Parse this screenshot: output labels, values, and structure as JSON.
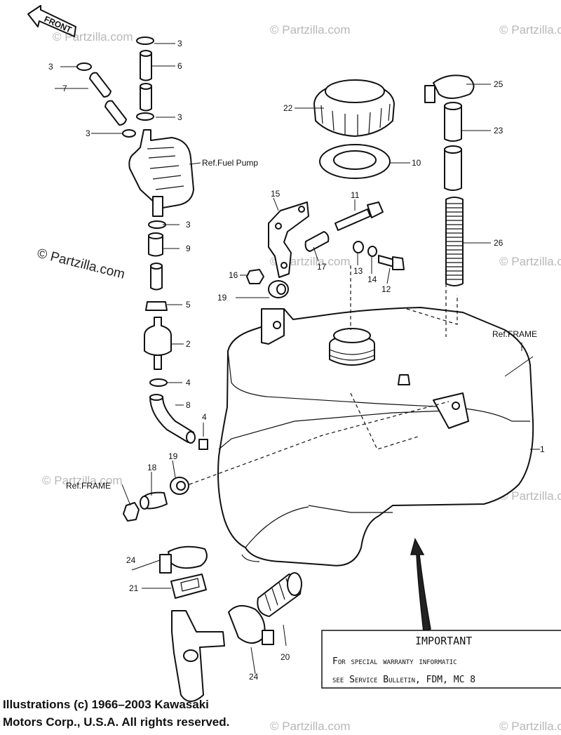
{
  "front_label": "FRONT",
  "watermark": "© Partzilla.com",
  "watermark_large": "© Partzilla.com",
  "refs": {
    "fuel_pump": "Ref.Fuel Pump",
    "frame_top": "Ref.FRAME",
    "frame_left": "Ref.FRAME"
  },
  "callouts": [
    {
      "num": "1"
    },
    {
      "num": "2"
    },
    {
      "num": "3"
    },
    {
      "num": "3"
    },
    {
      "num": "3"
    },
    {
      "num": "3"
    },
    {
      "num": "3"
    },
    {
      "num": "4"
    },
    {
      "num": "4"
    },
    {
      "num": "5"
    },
    {
      "num": "6"
    },
    {
      "num": "7"
    },
    {
      "num": "8"
    },
    {
      "num": "9"
    },
    {
      "num": "10"
    },
    {
      "num": "11"
    },
    {
      "num": "12"
    },
    {
      "num": "13"
    },
    {
      "num": "14"
    },
    {
      "num": "15"
    },
    {
      "num": "16"
    },
    {
      "num": "17"
    },
    {
      "num": "18"
    },
    {
      "num": "19"
    },
    {
      "num": "19"
    },
    {
      "num": "20"
    },
    {
      "num": "21"
    },
    {
      "num": "22"
    },
    {
      "num": "23"
    },
    {
      "num": "24"
    },
    {
      "num": "24"
    },
    {
      "num": "25"
    },
    {
      "num": "26"
    }
  ],
  "notice": {
    "title": "IMPORTANT",
    "line1": "For special warranty informatic",
    "line2": "see Service Bulletin, FDM, MC 8"
  },
  "copyright": {
    "line1": "Illustrations (c) 1966–2003 Kawasaki",
    "line2": "Motors Corp., U.S.A.  All rights reserved."
  }
}
